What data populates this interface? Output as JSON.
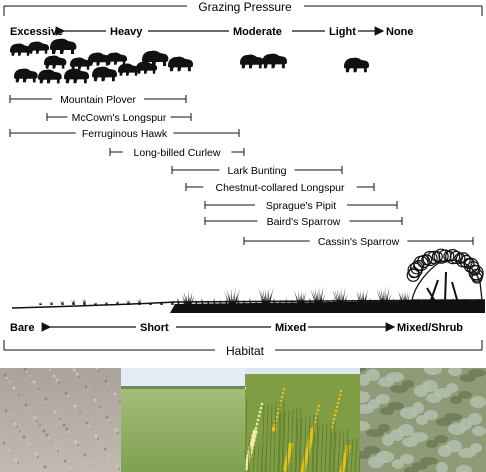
{
  "top_title": "Grazing Pressure",
  "grazing_labels": {
    "excessive": "Excessive",
    "heavy": "Heavy",
    "moderate": "Moderate",
    "light": "Light",
    "none": "None"
  },
  "species": [
    {
      "name": "Mountain Plover"
    },
    {
      "name": "McCown's Longspur"
    },
    {
      "name": "Ferruginous Hawk"
    },
    {
      "name": "Long-billed Curlew"
    },
    {
      "name": "Lark Bunting"
    },
    {
      "name": "Chestnut-collared Longspur"
    },
    {
      "name": "Sprague's Pipit"
    },
    {
      "name": "Baird's Sparrow"
    },
    {
      "name": "Cassin's Sparrow"
    }
  ],
  "habitat_labels": {
    "bare": "Bare",
    "short": "Short",
    "mixed": "Mixed",
    "mixed_shrub": "Mixed/Shrub"
  },
  "bottom_title": "Habitat",
  "colors": {
    "ink": "#111111",
    "bare_soil": "#b7afa3",
    "short_grass": "#8fae62",
    "mixed_grass": "#7f9d45",
    "wildflower": "#e6c21a",
    "sage": "#8ea38b",
    "sky": "#dfe8f0"
  }
}
